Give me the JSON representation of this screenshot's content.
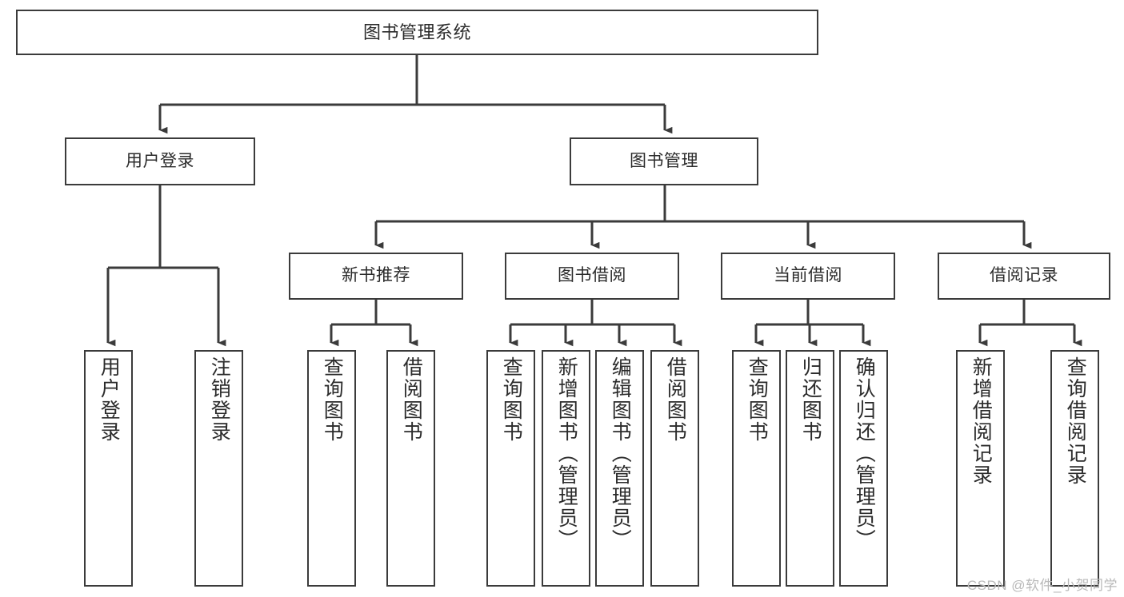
{
  "diagram": {
    "title": "图书管理系统",
    "type": "tree",
    "watermark": "CSDN @软件_小贺同学",
    "colors": {
      "border": "#3b3b3b",
      "text": "#2b2b2b",
      "background": "#ffffff",
      "connector": "#3b3b3b",
      "watermark": "#b9b9b9"
    },
    "root": {
      "label": "图书管理系统"
    },
    "level1": [
      {
        "label": "用户登录"
      },
      {
        "label": "图书管理"
      }
    ],
    "level2": [
      {
        "label": "新书推荐"
      },
      {
        "label": "图书借阅"
      },
      {
        "label": "当前借阅"
      },
      {
        "label": "借阅记录"
      }
    ],
    "leaves": {
      "login": [
        {
          "label": "用户登录"
        },
        {
          "label": "注销登录"
        }
      ],
      "newbook": [
        {
          "label": "查询图书"
        },
        {
          "label": "借阅图书"
        }
      ],
      "borrow": [
        {
          "label": "查询图书"
        },
        {
          "label": "新增图书（管理员）"
        },
        {
          "label": "编辑图书（管理员）"
        },
        {
          "label": "借阅图书"
        }
      ],
      "current": [
        {
          "label": "查询图书"
        },
        {
          "label": "归还图书"
        },
        {
          "label": "确认归还（管理员）"
        }
      ],
      "record": [
        {
          "label": "新增借阅记录"
        },
        {
          "label": "查询借阅记录"
        }
      ]
    }
  }
}
